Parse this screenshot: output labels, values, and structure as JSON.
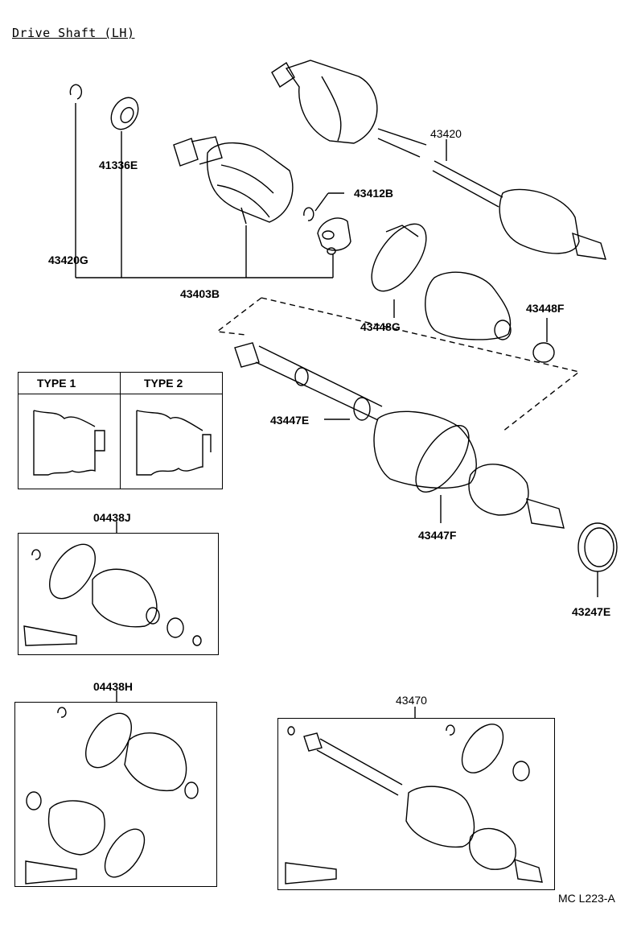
{
  "title": "Drive Shaft (LH)",
  "type_box": {
    "type1": "TYPE 1",
    "type2": "TYPE 2"
  },
  "parts": {
    "p41336E": "41336E",
    "p43420G": "43420G",
    "p43403B": "43403B",
    "p43412B": "43412B",
    "p43420": "43420",
    "p43448G": "43448G",
    "p43448F": "43448F",
    "p43447E": "43447E",
    "p43447F": "43447F",
    "p43247E": "43247E",
    "p04438J": "04438J",
    "p04438H": "04438H",
    "p43470": "43470"
  },
  "footer_code": "MC L223-A"
}
